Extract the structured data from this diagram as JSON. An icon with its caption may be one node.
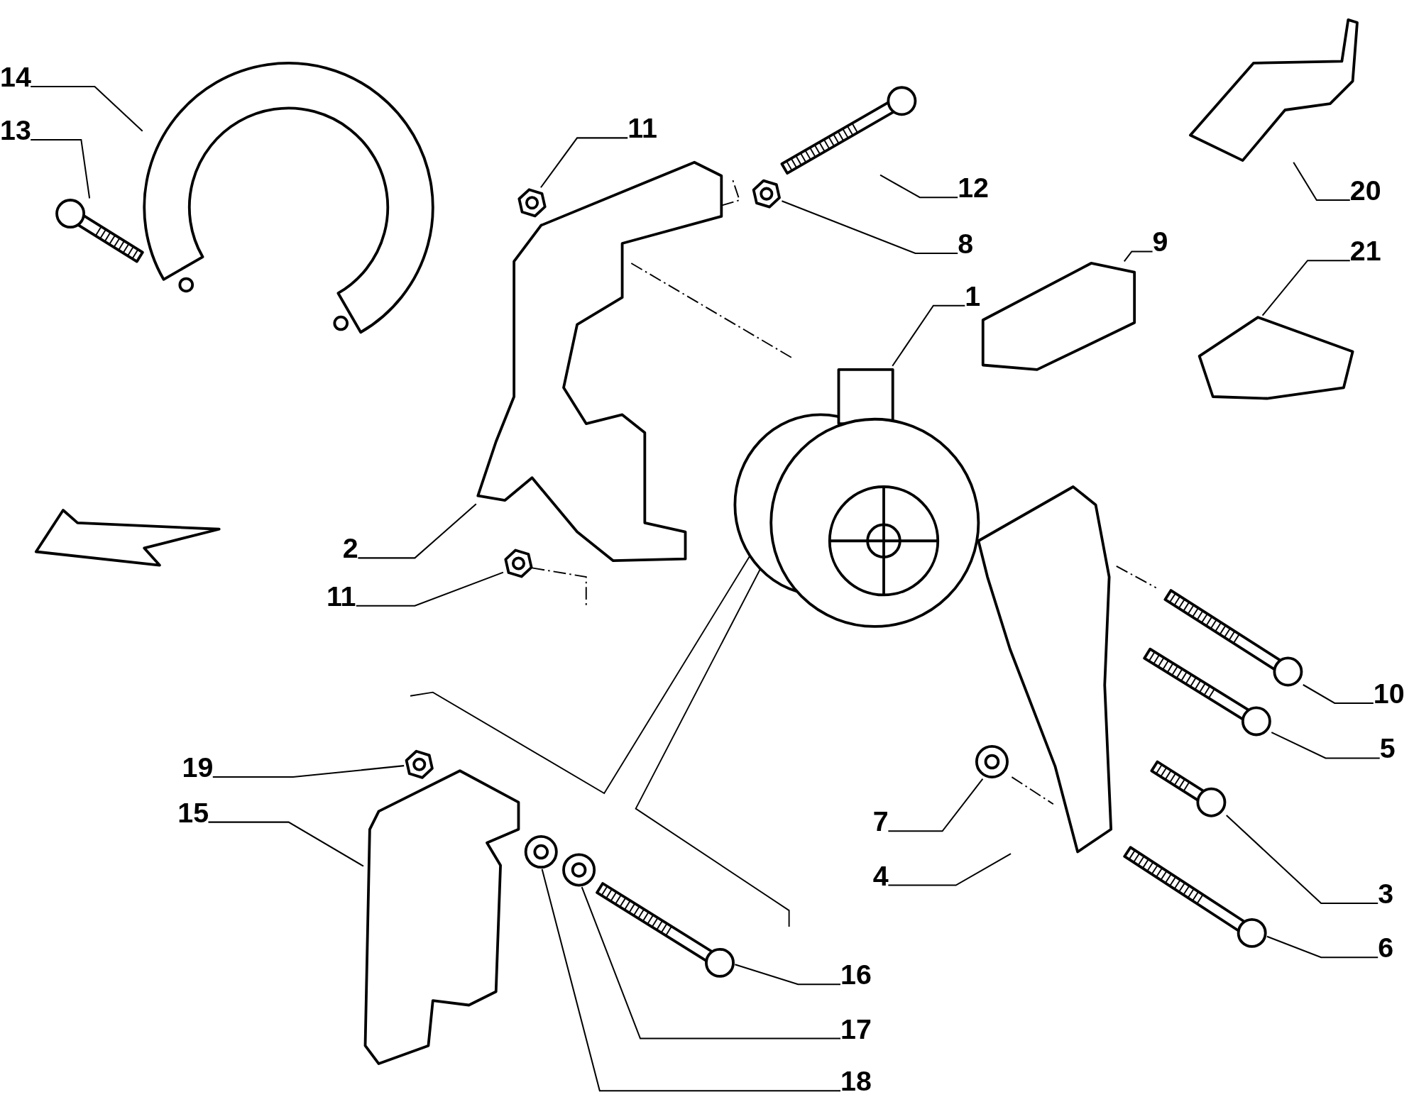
{
  "diagram": {
    "nodes": [
      {
        "text": [
          "14"
        ]
      },
      {
        "text": [
          "11"
        ]
      },
      {
        "text": [
          "13"
        ]
      },
      {
        "text": [
          "12"
        ]
      },
      {
        "text": [
          "20"
        ]
      },
      {
        "text": [
          "8"
        ]
      },
      {
        "text": [
          "9"
        ]
      },
      {
        "text": [
          "21"
        ]
      },
      {
        "text": [
          "1"
        ]
      },
      {
        "text": [
          "2"
        ]
      },
      {
        "text": [
          "11"
        ]
      },
      {
        "text": [
          "10"
        ]
      },
      {
        "text": [
          "5"
        ]
      },
      {
        "text": [
          "19"
        ]
      },
      {
        "text": [
          "15"
        ]
      },
      {
        "text": [
          "7"
        ]
      },
      {
        "text": [
          "4"
        ]
      },
      {
        "text": [
          "3"
        ]
      },
      {
        "text": [
          "6"
        ]
      },
      {
        "text": [
          "16"
        ]
      },
      {
        "text": [
          "17"
        ]
      },
      {
        "text": [
          "18"
        ]
      },
      {
        "text": [],
        "shape": "picture"
      },
      {
        "text": [],
        "shape": "picture"
      },
      {
        "text": [],
        "shape": "picture"
      },
      {
        "text": [],
        "shape": "picture"
      },
      {
        "text": [],
        "shape": "picture"
      },
      {
        "text": [],
        "shape": "picture"
      },
      {
        "text": [],
        "shape": "picture"
      },
      {
        "text": [],
        "shape": "picture"
      },
      {
        "text": [],
        "shape": "picture"
      },
      {
        "text": [],
        "shape": "picture"
      },
      {
        "text": [],
        "shape": "picture"
      },
      {
        "text": [],
        "shape": "picture"
      },
      {
        "text": [],
        "shape": "picture"
      },
      {
        "text": [],
        "shape": "picture"
      },
      {
        "text": [],
        "shape": "picture"
      },
      {
        "text": [],
        "shape": "picture"
      },
      {
        "text": [],
        "shape": "picture"
      },
      {
        "text": [],
        "shape": "picture"
      },
      {
        "text": [],
        "shape": "picture"
      },
      {
        "text": [],
        "shape": "picture"
      },
      {
        "text": [],
        "shape": "picture"
      },
      {
        "text": [],
        "shape": "picture"
      }
    ],
    "edges": [
      {
        "from": 0,
        "to": 22,
        "arrow": "none"
      },
      {
        "from": 1,
        "to": 23,
        "arrow": "none"
      },
      {
        "from": 2,
        "to": 24,
        "arrow": "none"
      },
      {
        "from": 3,
        "to": 25,
        "arrow": "none"
      },
      {
        "from": 4,
        "to": 26,
        "arrow": "none"
      },
      {
        "from": 5,
        "to": 27,
        "arrow": "none"
      },
      {
        "from": 6,
        "to": 28,
        "arrow": "none"
      },
      {
        "from": 7,
        "to": 29,
        "arrow": "none"
      },
      {
        "from": 8,
        "to": 30,
        "arrow": "none"
      },
      {
        "from": 9,
        "to": 31,
        "arrow": "none"
      },
      {
        "from": 10,
        "to": 32,
        "arrow": "none"
      },
      {
        "from": 11,
        "to": 33,
        "arrow": "none"
      },
      {
        "from": 12,
        "to": 34,
        "arrow": "none"
      },
      {
        "from": 13,
        "to": 35,
        "arrow": "none"
      },
      {
        "from": 14,
        "to": 36,
        "arrow": "none"
      },
      {
        "from": 15,
        "to": 37,
        "arrow": "none"
      },
      {
        "from": 16,
        "to": 38,
        "arrow": "none"
      },
      {
        "from": 17,
        "to": 39,
        "arrow": "none"
      },
      {
        "from": 18,
        "to": 40,
        "arrow": "none"
      },
      {
        "from": 19,
        "to": 41,
        "arrow": "none"
      },
      {
        "from": 20,
        "to": 42,
        "arrow": "none"
      },
      {
        "from": 21,
        "to": 43,
        "arrow": "none"
      }
    ]
  }
}
